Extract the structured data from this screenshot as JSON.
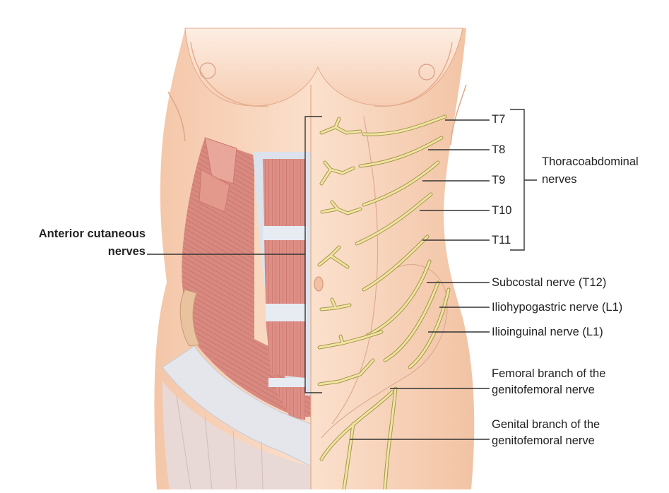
{
  "labels": {
    "t7": "T7",
    "t8": "T8",
    "t9": "T9",
    "t10": "T10",
    "t11": "T11",
    "thoraco_1": "Thoracoabdominal",
    "thoraco_2": "nerves",
    "anterior_1": "Anterior cutaneous",
    "anterior_2": "nerves",
    "subcostal": "Subcostal nerve (T12)",
    "iliohypogastric": "Iliohypogastric nerve (L1)",
    "ilioinguinal": "Ilioinguinal nerve (L1)",
    "femoral_1": "Femoral branch of the",
    "femoral_2": "genitofemoral nerve",
    "genital_1": "Genital branch of the",
    "genital_2": "genitofemoral nerve"
  },
  "colors": {
    "skin": "#f8d5bd",
    "skin_shadow": "#efb99a",
    "muscle": "#d9867e",
    "muscle_dark": "#c4625c",
    "fascia": "#d9dfe9",
    "nerve": "#efe5a2",
    "nerve_outline": "#a8954c",
    "leader": "#333333"
  }
}
